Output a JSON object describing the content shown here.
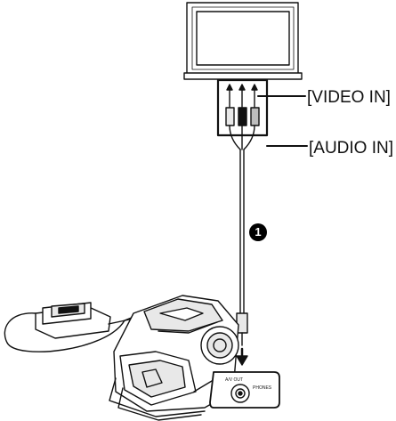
{
  "labels": {
    "video_in": "[VIDEO IN]",
    "audio_in": "[AUDIO IN]",
    "step_marker": "1",
    "jack_label": "A/V OUT",
    "phones_label": "PHONES"
  },
  "colors": {
    "line": "#111111",
    "fill_light": "#e8e8e8",
    "fill_mid": "#bdbdbd",
    "badge": "#000000"
  },
  "icons": [
    "tv-icon",
    "camcorder-icon",
    "ac-adaptor-icon",
    "plug-icon",
    "arrow-up-icon",
    "arrow-down-icon"
  ]
}
